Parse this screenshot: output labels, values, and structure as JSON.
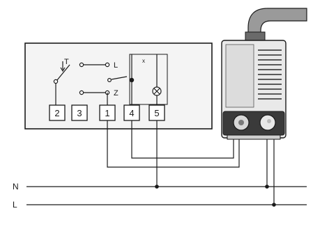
{
  "controller": {
    "terminals": [
      "2",
      "3",
      "1",
      "4",
      "5"
    ],
    "switch_labels": {
      "t": "T",
      "l": "L",
      "z": "Z",
      "x": "x"
    }
  },
  "rails": {
    "n": "N",
    "l": "L"
  },
  "colors": {
    "line": "#1a1a1a",
    "panel": "#f2f2f2",
    "device_body": "#e6e6e6",
    "device_dark": "#3a3a3a",
    "pipe": "#8a8a8a"
  }
}
